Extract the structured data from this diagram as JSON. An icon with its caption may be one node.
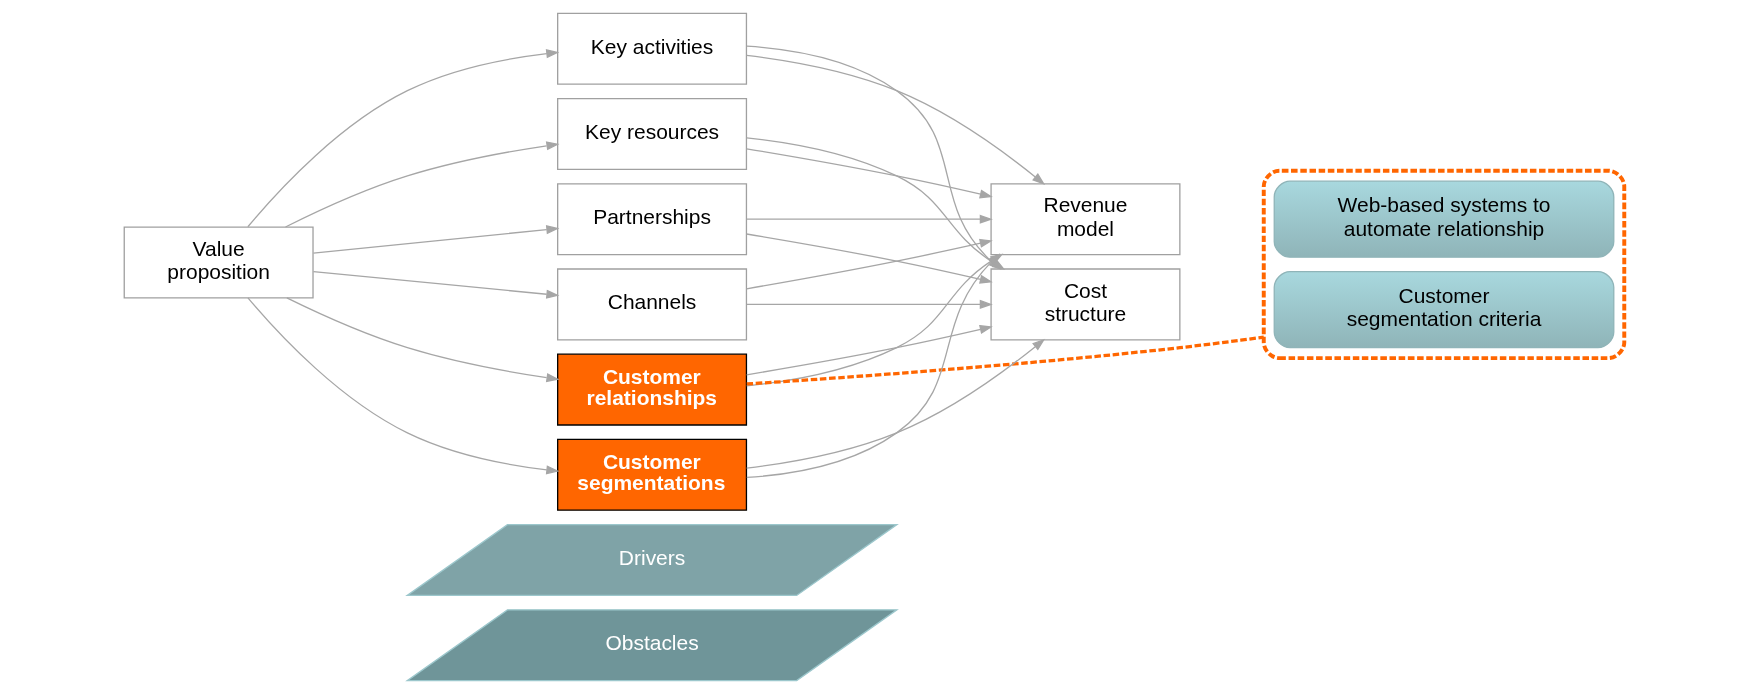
{
  "diagram": {
    "nodes": [
      {
        "text": [
          "Value proposition"
        ]
      },
      {
        "text": [
          "Key activities"
        ]
      },
      {
        "text": [
          "Key resources"
        ]
      },
      {
        "text": [
          "Partnerships"
        ]
      },
      {
        "text": [
          "Channels"
        ]
      },
      {
        "text": [
          "Customer relationships"
        ]
      },
      {
        "text": [
          "Customer segmentations"
        ]
      },
      {
        "text": [
          "Revenue model"
        ]
      },
      {
        "text": [
          "Cost structure"
        ]
      },
      {
        "text": [],
        "shape": "box"
      },
      {
        "text": [
          "Customer segmentation criteria"
        ],
        "in": 9
      },
      {
        "text": [
          "Web-based systems to automate relationship"
        ],
        "in": 9
      },
      {
        "text": [
          "Drivers"
        ]
      },
      {
        "text": [
          "Obstacles"
        ]
      }
    ],
    "edges": [
      {
        "from": 0,
        "to": 1,
        "arrow": "to"
      },
      {
        "from": 0,
        "to": 2,
        "arrow": "to"
      },
      {
        "from": 0,
        "to": 3,
        "arrow": "to"
      },
      {
        "from": 0,
        "to": 4,
        "arrow": "to"
      },
      {
        "from": 0,
        "to": 5,
        "arrow": "to"
      },
      {
        "from": 0,
        "to": 6,
        "arrow": "to"
      },
      {
        "from": 1,
        "to": 7,
        "arrow": "to"
      },
      {
        "from": 1,
        "to": 8,
        "arrow": "to"
      },
      {
        "from": 2,
        "to": 7,
        "arrow": "to"
      },
      {
        "from": 2,
        "to": 8,
        "arrow": "to"
      },
      {
        "from": 3,
        "to": 7,
        "arrow": "to"
      },
      {
        "from": 3,
        "to": 8,
        "arrow": "to"
      },
      {
        "from": 4,
        "to": 7,
        "arrow": "to"
      },
      {
        "from": 4,
        "to": 8,
        "arrow": "to"
      },
      {
        "from": 5,
        "to": 7,
        "arrow": "to"
      },
      {
        "from": 5,
        "to": 8,
        "arrow": "to"
      },
      {
        "from": 6,
        "to": 7,
        "arrow": "to"
      },
      {
        "from": 6,
        "to": 8,
        "arrow": "to"
      },
      {
        "from": 5,
        "to": 9,
        "arrow": "none",
        "style": "dashed",
        "color": "#ff6600"
      }
    ]
  }
}
